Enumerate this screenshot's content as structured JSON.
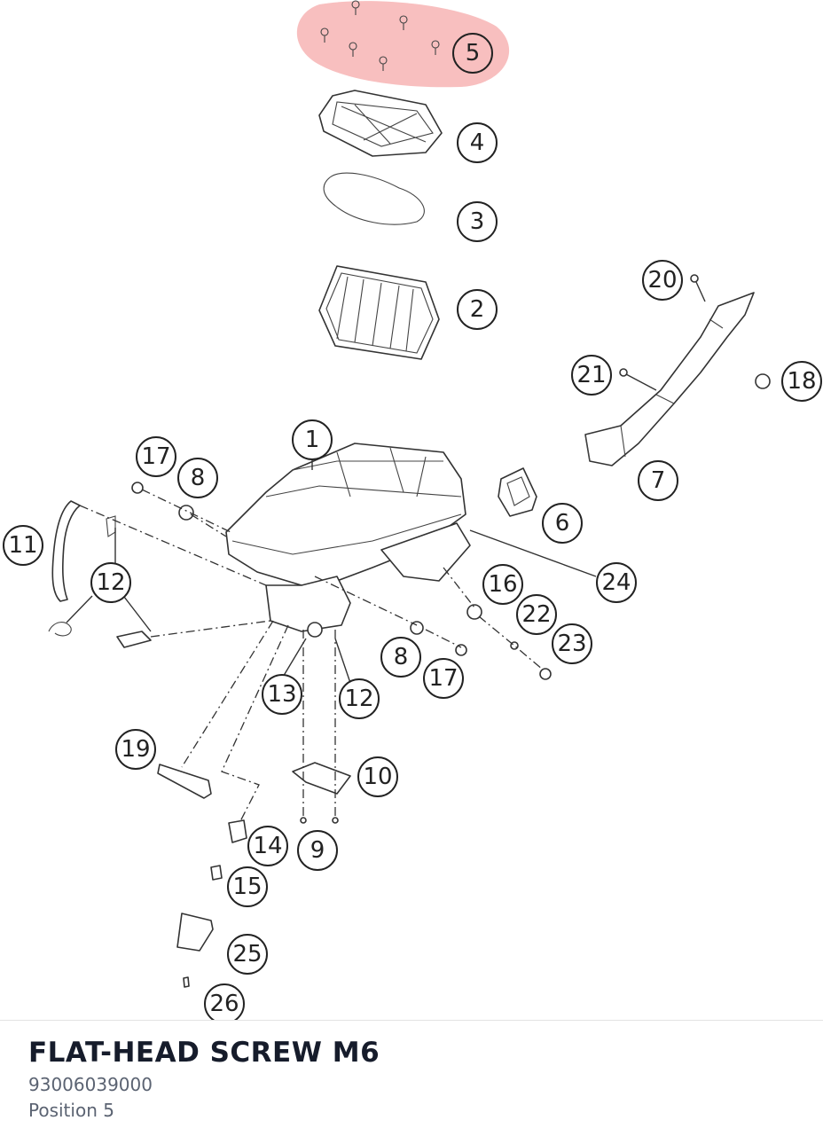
{
  "diagram": {
    "highlight_color": "#f28b8b",
    "callouts": [
      "1",
      "2",
      "3",
      "4",
      "5",
      "6",
      "7",
      "8",
      "8",
      "9",
      "10",
      "11",
      "12",
      "12",
      "13",
      "14",
      "15",
      "16",
      "17",
      "17",
      "18",
      "19",
      "20",
      "21",
      "22",
      "23",
      "24",
      "25",
      "26"
    ],
    "highlighted_callout": "5"
  },
  "selected_part": {
    "name": "FLAT-HEAD SCREW M6",
    "part_number": "93006039000",
    "position": "Position 5"
  }
}
